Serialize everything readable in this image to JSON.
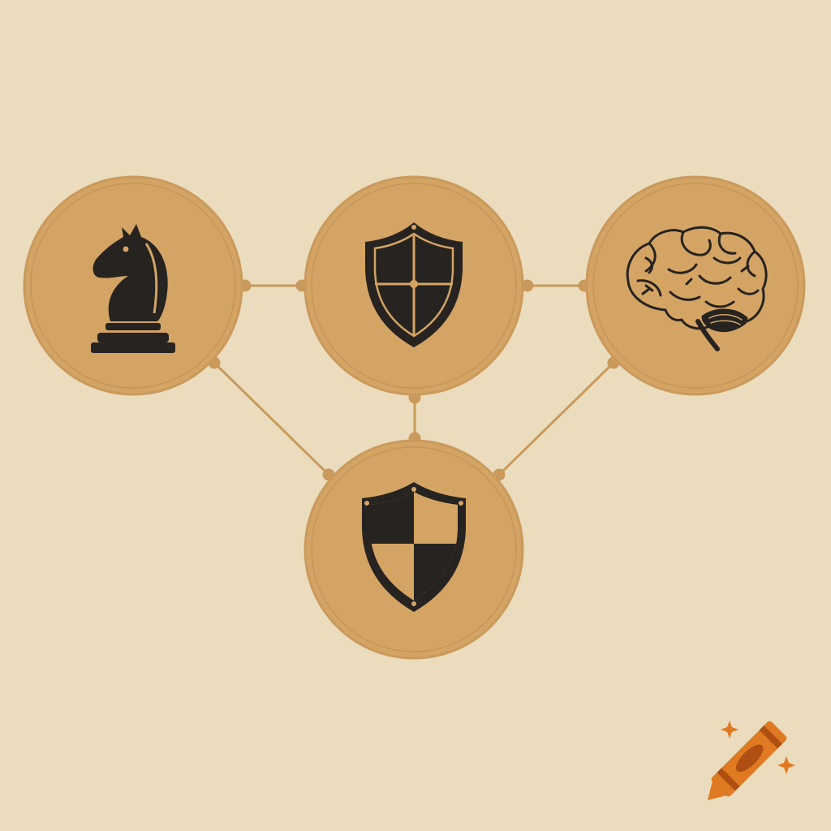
{
  "colors": {
    "background": "#ebdcbd",
    "circle_fill": "#d4a464",
    "circle_ring": "#c99a5c",
    "connector": "#c99a5c",
    "icon_dark": "#262320",
    "shield_accent": "#d4a464",
    "watermark_orange": "#e07a22",
    "watermark_dark": "#b04f12"
  },
  "nodes": [
    {
      "id": "knight",
      "icon": "chess-knight-icon"
    },
    {
      "id": "shield-cross",
      "icon": "shield-cross-icon"
    },
    {
      "id": "brain",
      "icon": "brain-icon"
    },
    {
      "id": "shield-quartered",
      "icon": "shield-quartered-icon"
    }
  ],
  "edges": [
    {
      "from": "knight",
      "to": "shield-cross"
    },
    {
      "from": "shield-cross",
      "to": "brain"
    },
    {
      "from": "knight",
      "to": "shield-quartered"
    },
    {
      "from": "shield-cross",
      "to": "shield-quartered"
    },
    {
      "from": "brain",
      "to": "shield-quartered"
    }
  ],
  "watermark": {
    "icon": "crayon-logo-icon"
  }
}
